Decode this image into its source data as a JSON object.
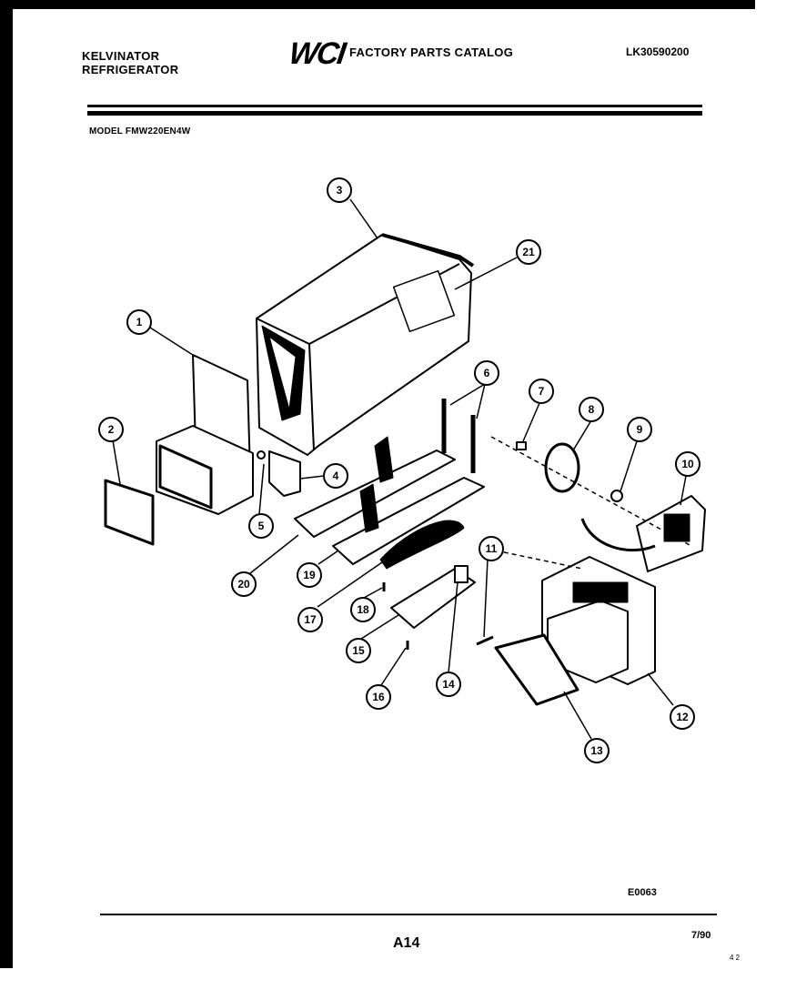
{
  "header": {
    "brand_line1": "KELVINATOR",
    "brand_line2": "REFRIGERATOR",
    "logo_text": "WCI",
    "catalog_title": "FACTORY PARTS CATALOG",
    "doc_id": "LK30590200",
    "model": "MODEL FMW220EN4W"
  },
  "diagram": {
    "part_numbers": [
      "1",
      "2",
      "3",
      "4",
      "5",
      "6",
      "7",
      "8",
      "9",
      "10",
      "11",
      "12",
      "13",
      "14",
      "15",
      "16",
      "17",
      "18",
      "19",
      "20",
      "21"
    ]
  },
  "footer": {
    "figure_code": "E0063",
    "page": "A14",
    "date": "7/90",
    "corner_mark": "4 2"
  }
}
